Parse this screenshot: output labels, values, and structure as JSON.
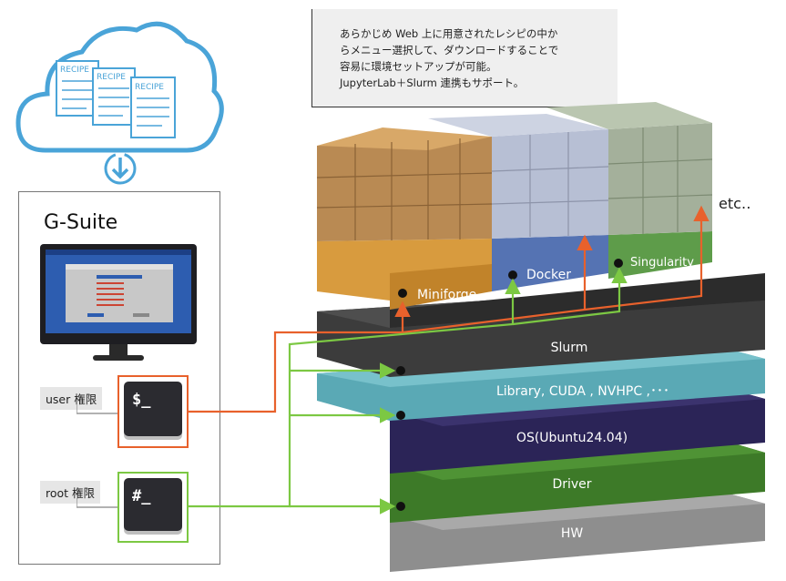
{
  "callout": {
    "lines": [
      "あらかじめ Web 上に用意されたレシピの中か",
      "らメニュー選択して、ダウンロードすることで",
      "容易に環境セットアップが可能。",
      "JupyterLab＋Slurm 連携もサポート。"
    ]
  },
  "cloud": {
    "recipe_label": "RECIPE"
  },
  "left_panel": {
    "title": "G-Suite",
    "user_label": "user 権限",
    "user_prompt": "$_",
    "root_label": "root 権限",
    "root_prompt": "#_"
  },
  "containers": {
    "miniforge": "Miniforge",
    "docker": "Docker",
    "singularity": "Singularity",
    "etc": "etc‥"
  },
  "layers": {
    "slurm": "Slurm",
    "library": "Library, CUDA , NVHPC ,･･･",
    "os": "OS(Ubuntu24.04)",
    "driver": "Driver",
    "hw": "HW"
  },
  "colors": {
    "user_arrow": "#e8612c",
    "root_arrow": "#7cc843",
    "miniforge": "#d89b3e",
    "docker": "#5573b3",
    "singularity": "#5e9c4a",
    "slurm": "#3c3c3c",
    "library": "#5aa9b5",
    "os": "#2b2457",
    "driver": "#3d7a28",
    "hw": "#8e8e8e"
  }
}
